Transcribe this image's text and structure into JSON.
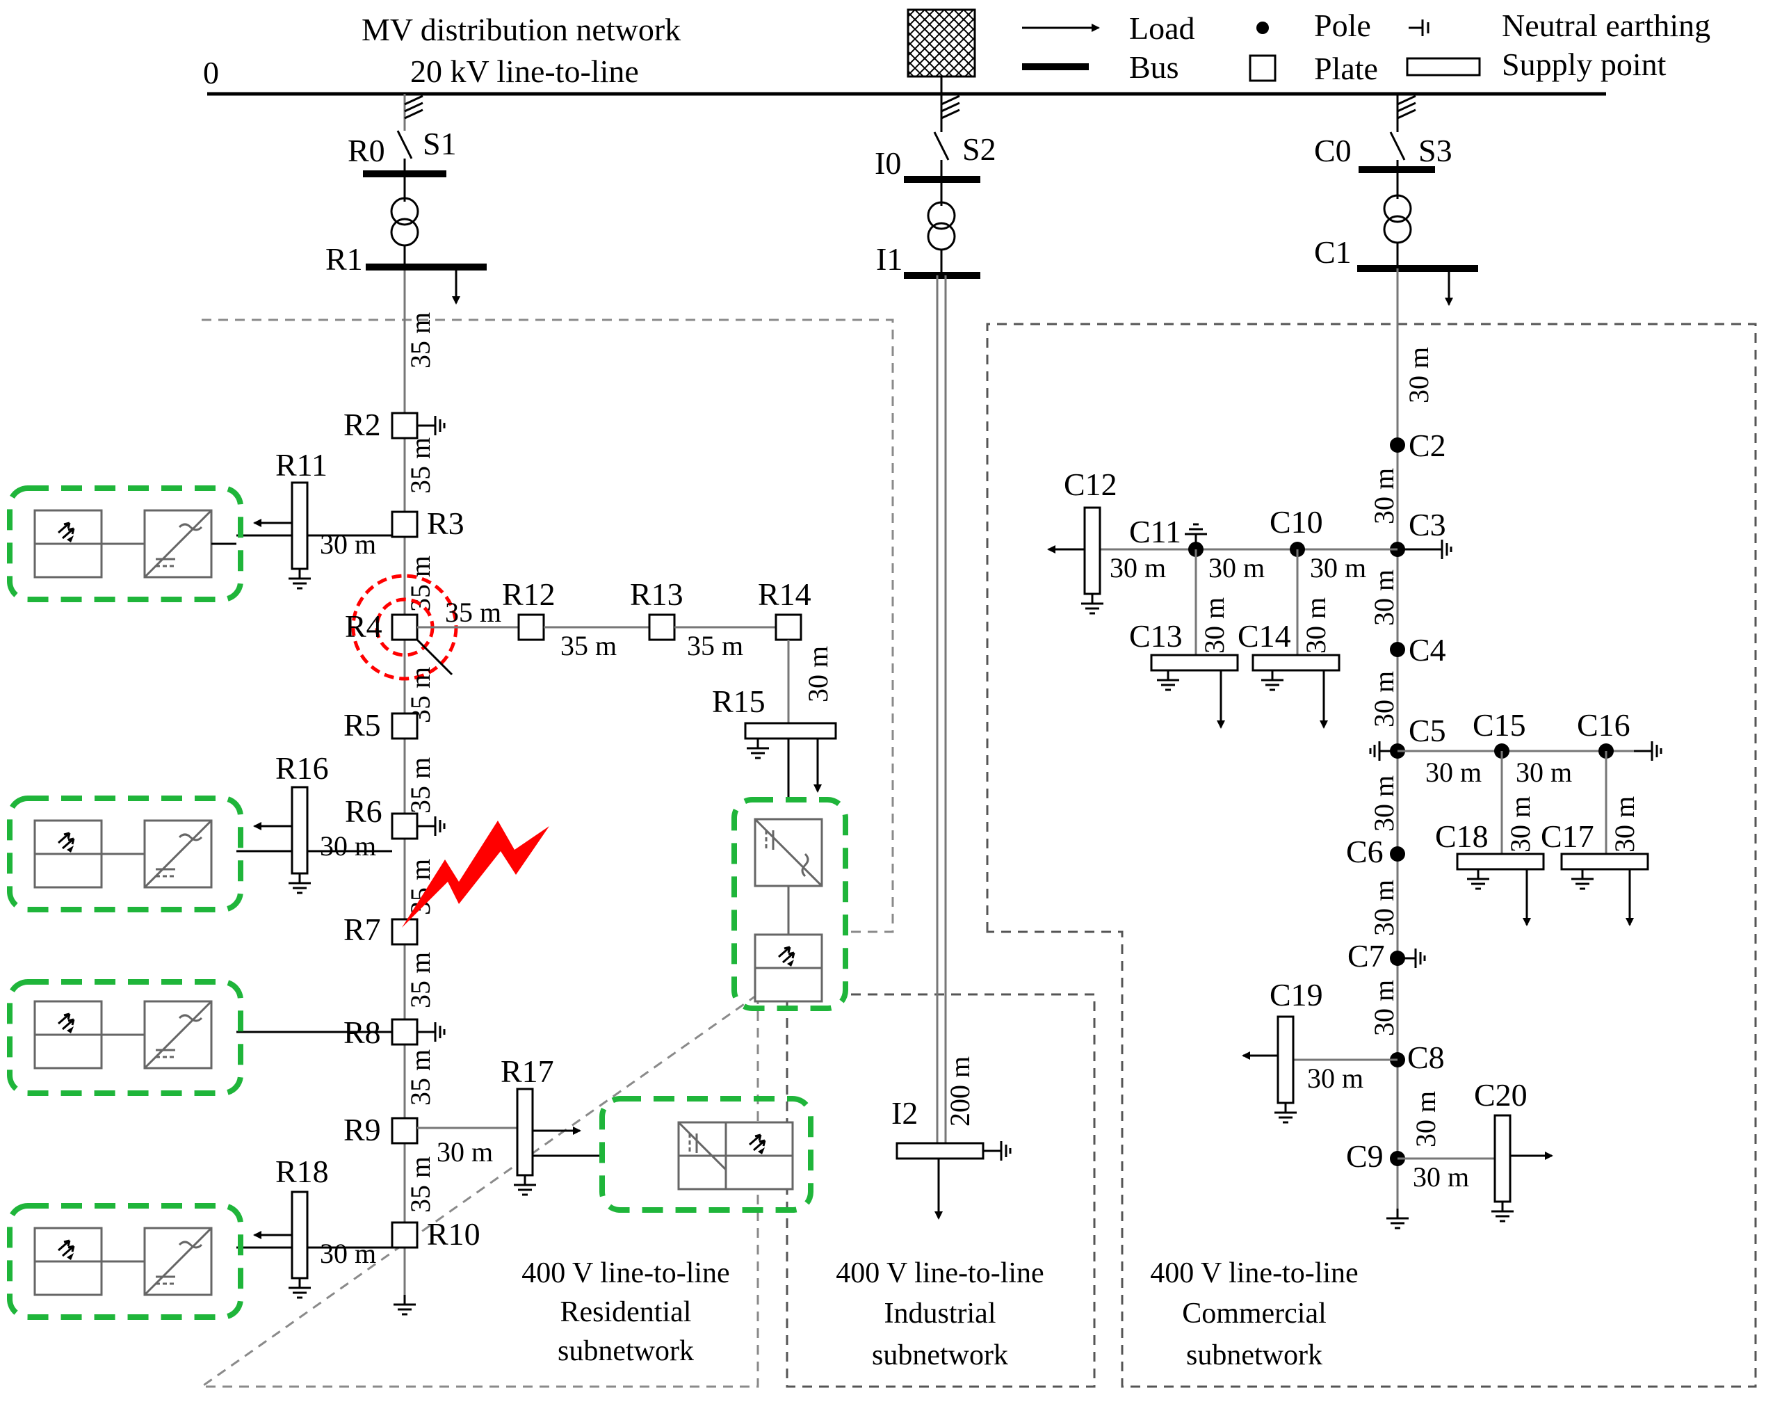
{
  "header": {
    "mv_title": "MV distribution network",
    "mv_voltage": "20 kV line-to-line",
    "node_zero": "0"
  },
  "legend": {
    "load": "Load",
    "bus": "Bus",
    "pole": "Pole",
    "plate": "Plate",
    "neutral_earthing": "Neutral earthing",
    "supply_point": "Supply point"
  },
  "switches": {
    "s1": "S1",
    "s2": "S2",
    "s3": "S3"
  },
  "nodes": {
    "R0": "R0",
    "R1": "R1",
    "R2": "R2",
    "R3": "R3",
    "R4": "R4",
    "R5": "R5",
    "R6": "R6",
    "R7": "R7",
    "R8": "R8",
    "R9": "R9",
    "R10": "R10",
    "R11": "R11",
    "R12": "R12",
    "R13": "R13",
    "R14": "R14",
    "R15": "R15",
    "R16": "R16",
    "R17": "R17",
    "R18": "R18",
    "I0": "I0",
    "I1": "I1",
    "I2": "I2",
    "C0": "C0",
    "C1": "C1",
    "C2": "C2",
    "C3": "C3",
    "C4": "C4",
    "C5": "C5",
    "C6": "C6",
    "C7": "C7",
    "C8": "C8",
    "C9": "C9",
    "C10": "C10",
    "C11": "C11",
    "C12": "C12",
    "C13": "C13",
    "C14": "C14",
    "C15": "C15",
    "C16": "C16",
    "C17": "C17",
    "C18": "C18",
    "C19": "C19",
    "C20": "C20"
  },
  "distances": {
    "d35": "35 m",
    "d30": "30 m",
    "d200": "200 m"
  },
  "subnetworks": {
    "residential": {
      "voltage": "400 V line-to-line",
      "name": "Residential",
      "suffix": "subnetwork"
    },
    "industrial": {
      "voltage": "400 V line-to-line",
      "name": "Industrial",
      "suffix": "subnetwork"
    },
    "commercial": {
      "voltage": "400 V line-to-line",
      "name": "Commercial",
      "suffix": "subnetwork"
    }
  },
  "colors": {
    "line": "#000000",
    "feeder": "#777777",
    "subnet_border": "#8a8a8a",
    "der_border": "#1fb53a",
    "fault": "#ff0000",
    "fault_circle": "#ff0000"
  },
  "icons": {
    "load_arrow": "arrow-right-icon",
    "pole": "filled-dot-icon",
    "plate": "square-outline-icon",
    "earthing": "neutral-earthing-icon",
    "transformer": "two-winding-transformer-icon",
    "pv": "photovoltaic-panel-icon",
    "inverter": "dc-ac-inverter-icon",
    "fault": "lightning-fault-icon",
    "substation": "crosshatched-source-icon"
  }
}
